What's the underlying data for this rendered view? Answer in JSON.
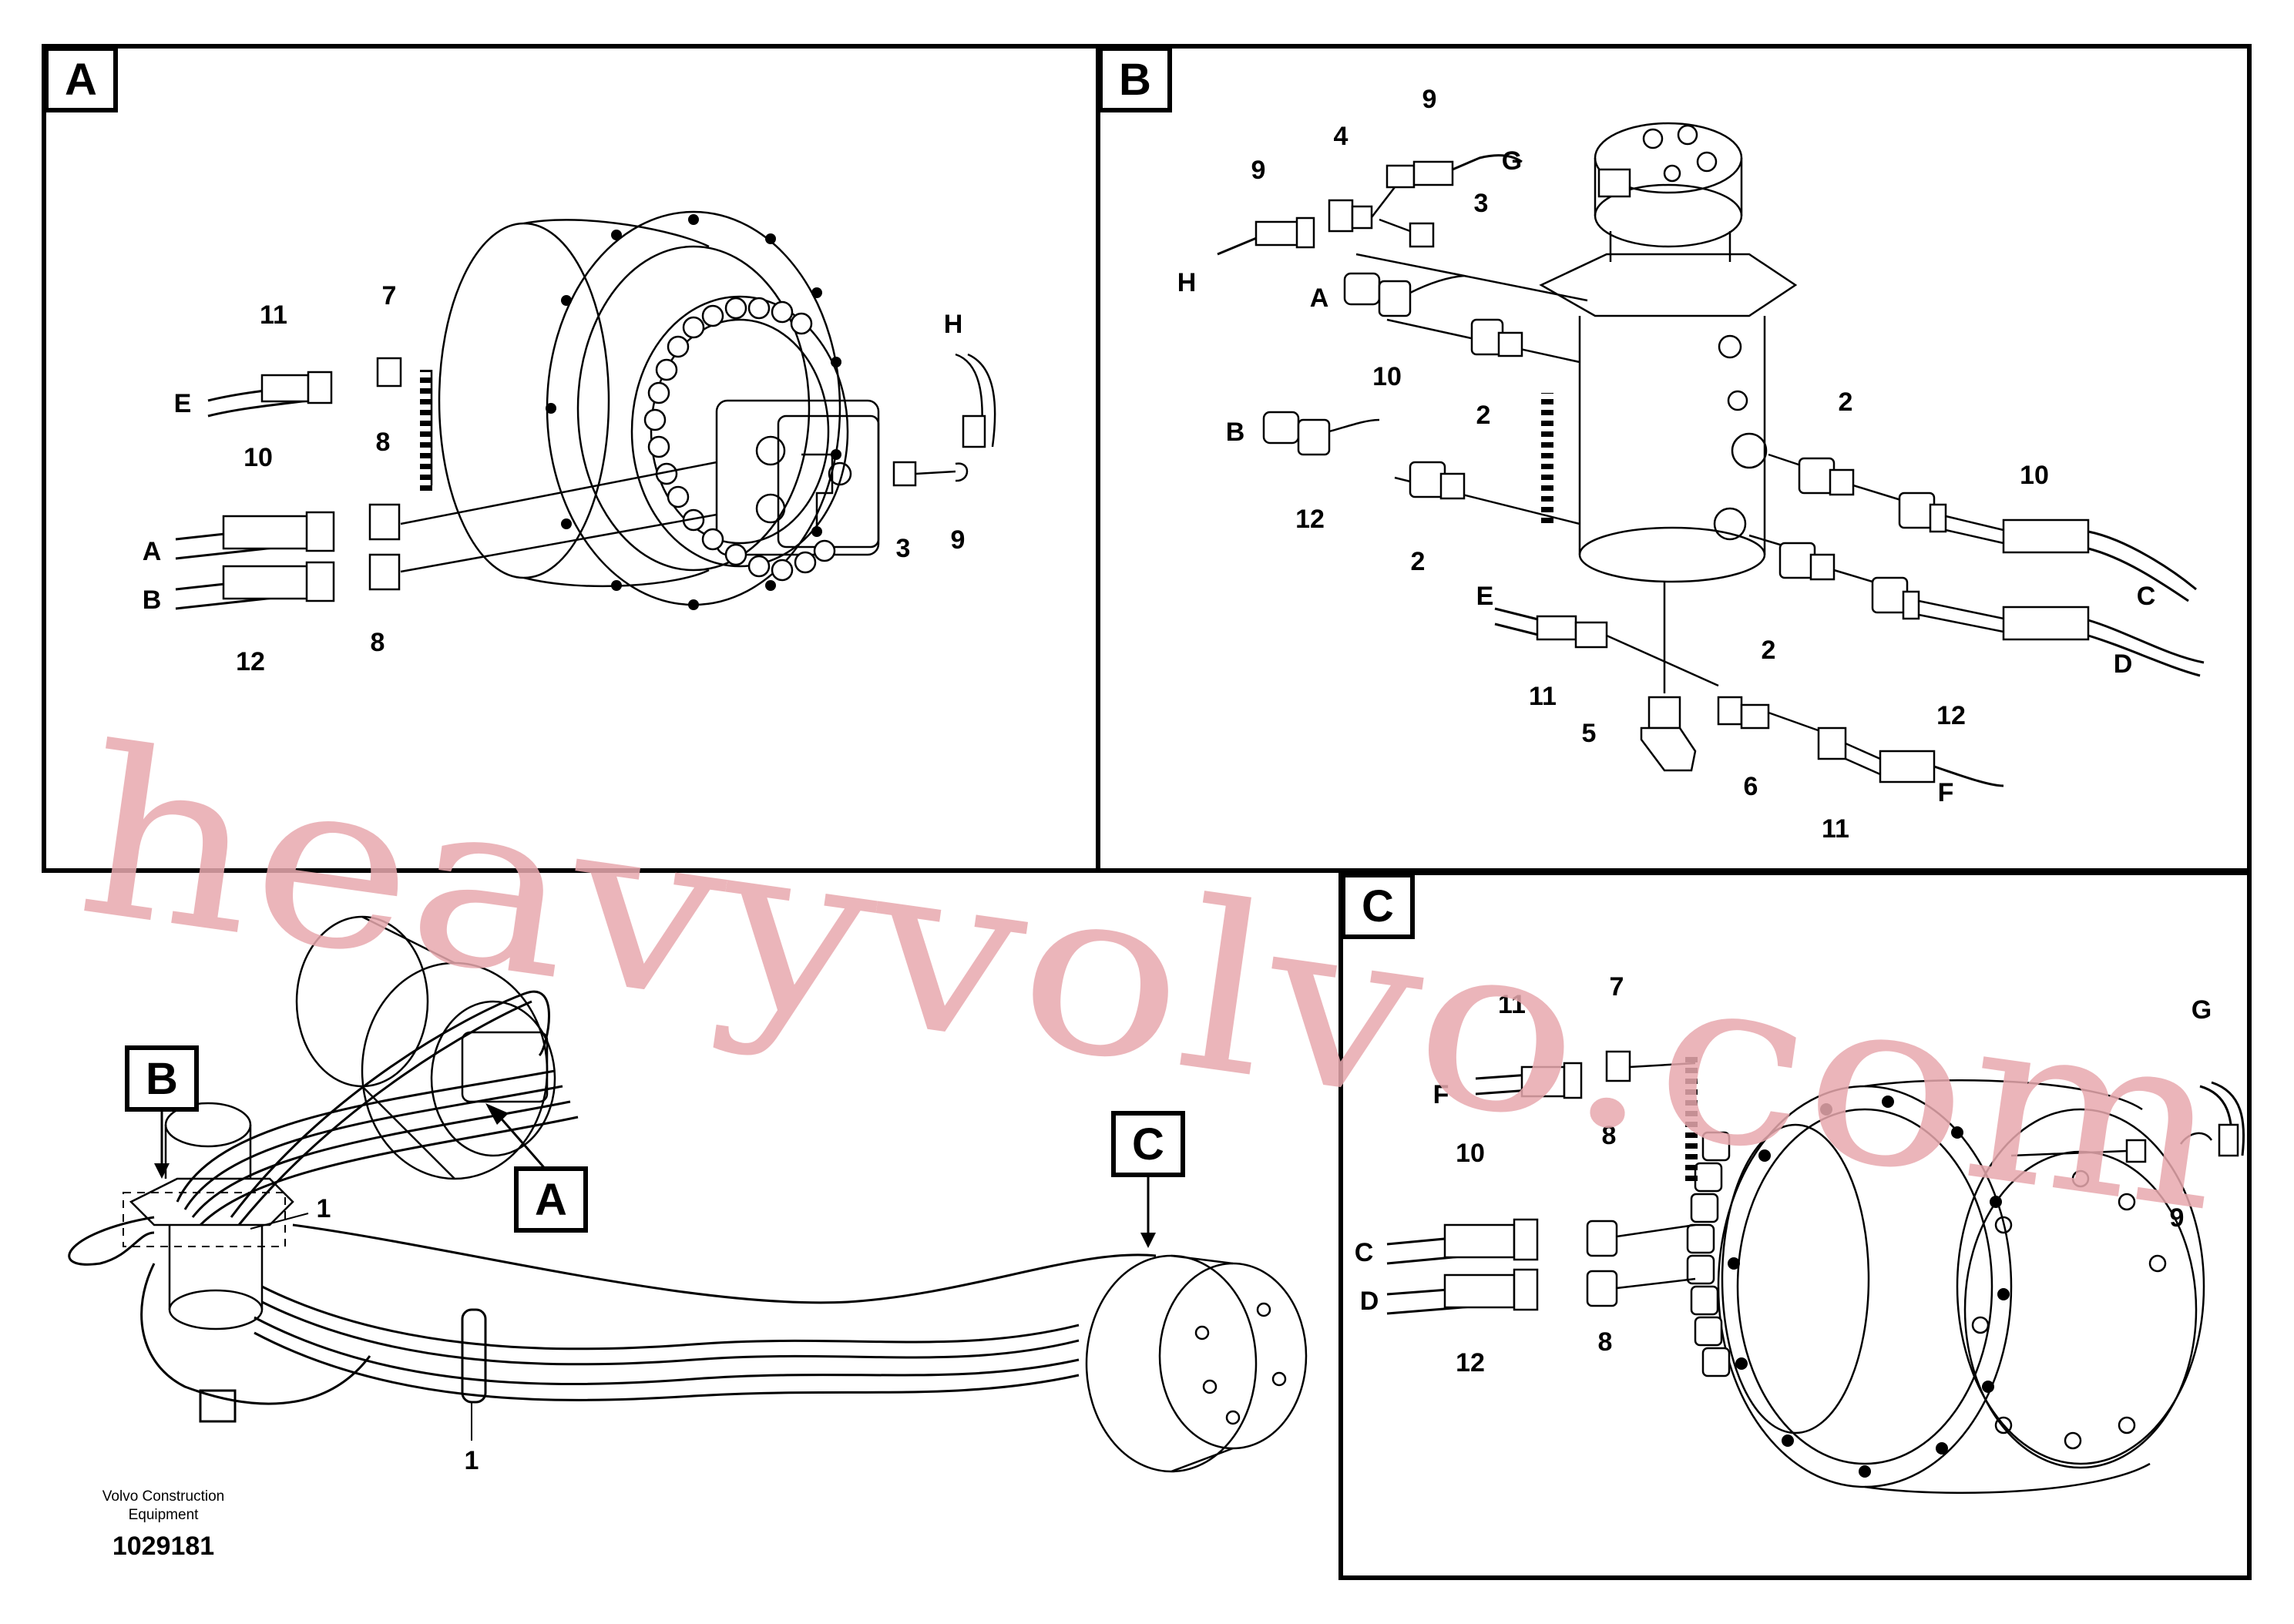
{
  "panels": {
    "A": {
      "title": "A",
      "labels": {
        "l11": "11",
        "l7": "7",
        "lE": "E",
        "l10": "10",
        "l8a": "8",
        "lA": "A",
        "lB": "B",
        "l8b": "8",
        "l12": "12",
        "lH": "H",
        "l3": "3",
        "l9": "9"
      }
    },
    "B": {
      "title": "B",
      "labels": {
        "l9a": "9",
        "l4": "4",
        "l9b": "9",
        "lG": "G",
        "l3": "3",
        "lH": "H",
        "lA": "A",
        "l10a": "10",
        "l2a": "2",
        "lB": "B",
        "l12a": "12",
        "l2b": "2",
        "l2c": "2",
        "l10b": "10",
        "lC": "C",
        "l2d": "2",
        "l12b": "12",
        "lD": "D",
        "lE": "E",
        "l11a": "11",
        "l5": "5",
        "l6": "6",
        "l11b": "11",
        "lF": "F"
      }
    },
    "C": {
      "title": "C",
      "labels": {
        "l7": "7",
        "l11": "11",
        "lF": "F",
        "lG": "G",
        "l8a": "8",
        "l10": "10",
        "lC": "C",
        "lD": "D",
        "l12": "12",
        "l8b": "8",
        "l9": "9"
      }
    }
  },
  "overview": {
    "callout_A": "A",
    "callout_B": "B",
    "callout_C": "C",
    "label_1a": "1",
    "label_1b": "1"
  },
  "footer": {
    "company_line1": "Volvo Construction",
    "company_line2": "Equipment",
    "drawing_number": "1029181"
  },
  "watermark": "heavyvolvo.com",
  "colors": {
    "line": "#000000",
    "watermark": "#e8a9ae",
    "background": "#ffffff"
  }
}
